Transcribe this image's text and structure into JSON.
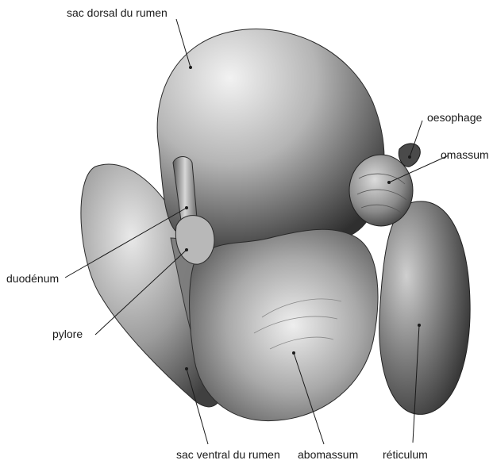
{
  "labels": {
    "sac_dorsal": "sac dorsal du rumen",
    "oesophage": "oesophage",
    "omassum": "omassum",
    "duodenum": "duodénum",
    "pylore": "pylore",
    "sac_ventral": "sac ventral du rumen",
    "abomassum": "abomassum",
    "reticulum": "réticulum"
  },
  "style": {
    "ink": "#1a1a1a",
    "organ_light": "#e6e6e6",
    "organ_mid": "#9a9a9a",
    "organ_dark": "#3c3c3c"
  }
}
